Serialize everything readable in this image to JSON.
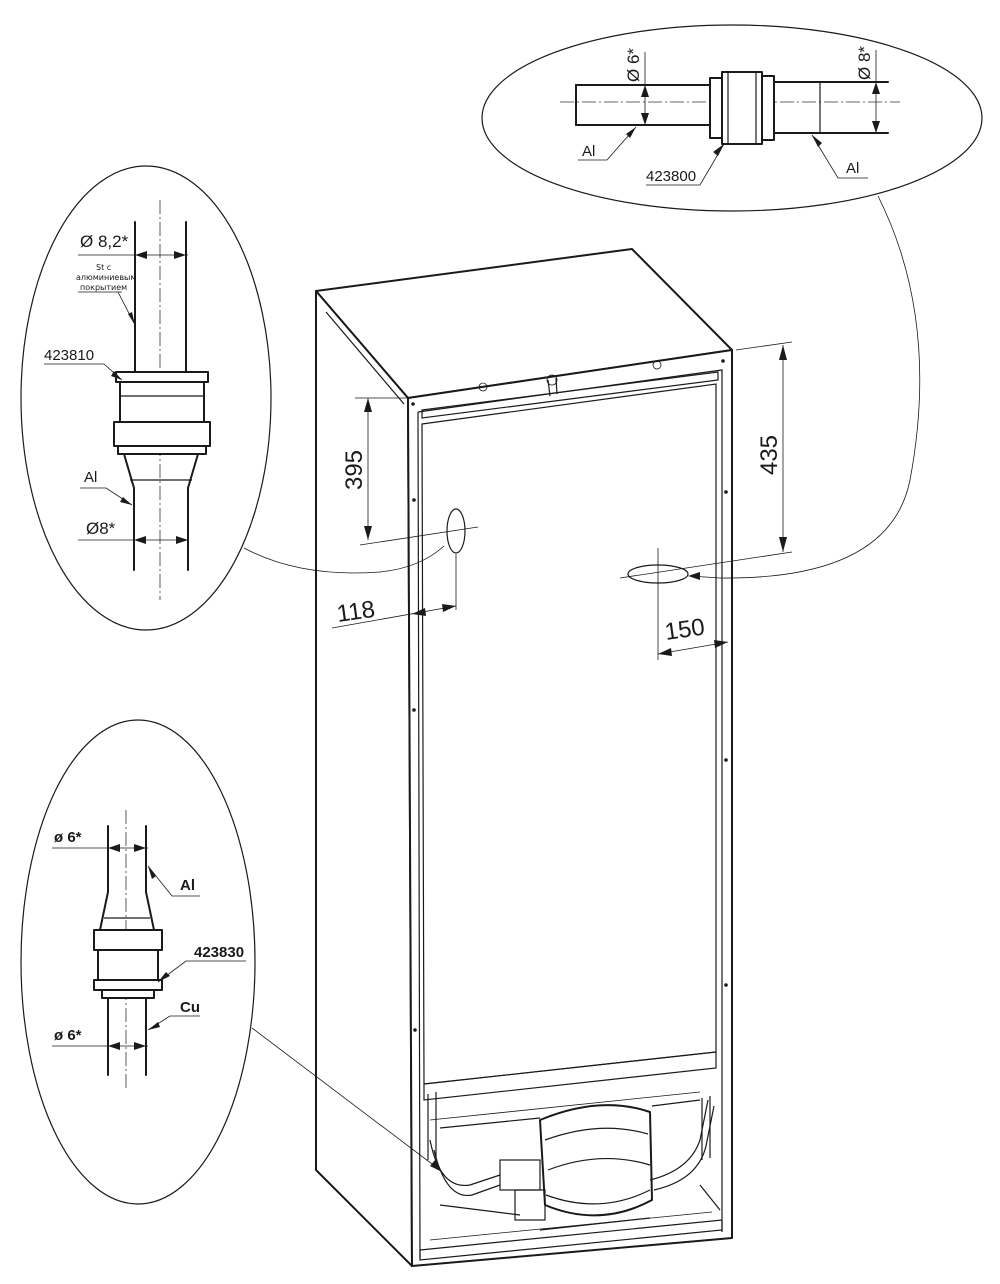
{
  "dimensions": {
    "d395": "395",
    "d435": "435",
    "d118": "118",
    "d150": "150"
  },
  "detail_top": {
    "dia_left": "Ø 6*",
    "dia_right": "Ø 8*",
    "label_left": "Al",
    "label_right": "Al",
    "part": "423800"
  },
  "detail_left": {
    "dia_top": "Ø 8,2*",
    "coating_line1": "St c",
    "coating_line2": "алюминиевым",
    "coating_line3": "покрытием",
    "part": "423810",
    "label_mat": "Al",
    "dia_bottom": "Ø8*"
  },
  "detail_bottom": {
    "dia_top": "ø  6*",
    "label_top": "Al",
    "part": "423830",
    "label_bottom": "Cu",
    "dia_bottom": "ø  6*"
  }
}
